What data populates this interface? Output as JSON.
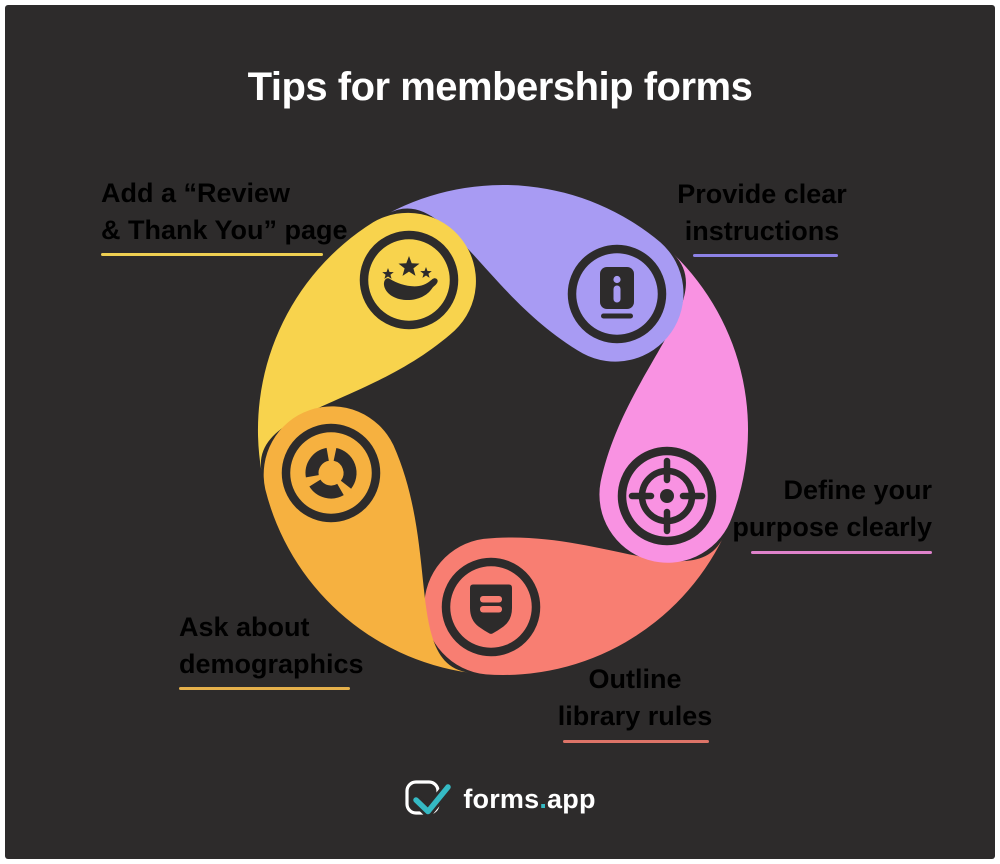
{
  "title": "Tips for membership forms",
  "colors": {
    "frame": "#ffffff",
    "background": "#2d2b2b",
    "text": "#ffffff",
    "icon_ink": "#2d2b2b"
  },
  "segments": [
    {
      "name": "review-thank-you-page",
      "label_lines": [
        "Add a “Review",
        "& Thank You” page"
      ],
      "color": "#f8d34d",
      "underline_color": "#eecf52",
      "icon": "hand-with-stars-icon"
    },
    {
      "name": "clear-instructions",
      "label_lines": [
        "Provide clear",
        "instructions"
      ],
      "color": "#a89bf3",
      "underline_color": "#8d82e6",
      "icon": "info-book-icon"
    },
    {
      "name": "define-purpose",
      "label_lines": [
        "Define your",
        "purpose clearly"
      ],
      "color": "#f992e2",
      "underline_color": "#de82cb",
      "icon": "target-icon"
    },
    {
      "name": "outline-library-rules",
      "label_lines": [
        "Outline",
        "library rules"
      ],
      "color": "#f87e72",
      "underline_color": "#dd7468",
      "icon": "shield-icon"
    },
    {
      "name": "ask-demographics",
      "label_lines": [
        "Ask about",
        "demographics"
      ],
      "color": "#f6b140",
      "underline_color": "#e5b04b",
      "icon": "donut-chart-icon"
    }
  ],
  "logo": {
    "text_main": "forms",
    "text_dot": ".",
    "text_suffix": "app",
    "check_color": "#35bac4"
  }
}
